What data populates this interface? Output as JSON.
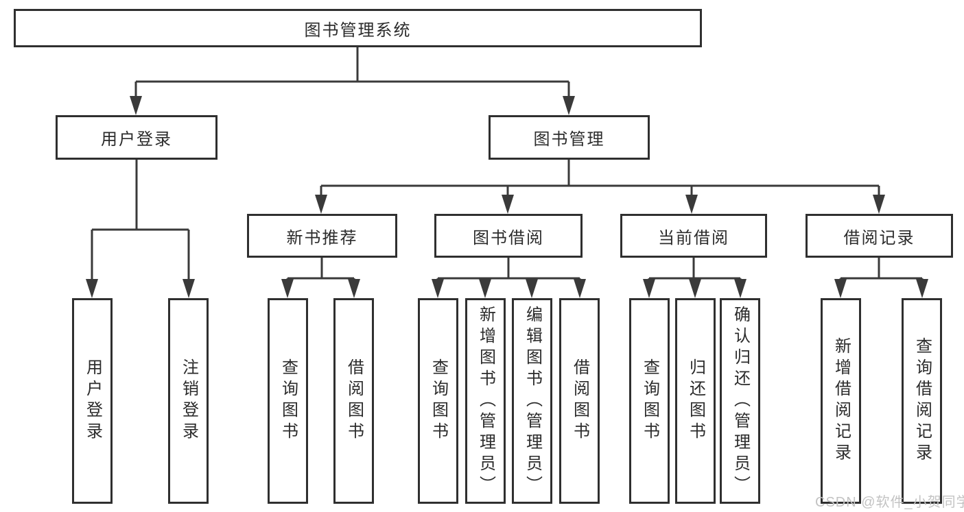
{
  "diagram": {
    "root": {
      "label": "图书管理系统"
    },
    "level2": [
      {
        "label": "用户登录"
      },
      {
        "label": "图书管理"
      }
    ],
    "level3": [
      {
        "label": "新书推荐"
      },
      {
        "label": "图书借阅"
      },
      {
        "label": "当前借阅"
      },
      {
        "label": "借阅记录"
      }
    ],
    "leaves": {
      "user_login": [
        {
          "label": "用户登录"
        },
        {
          "label": "注销登录"
        }
      ],
      "new_book_recommend": [
        {
          "label": "查询图书"
        },
        {
          "label": "借阅图书"
        }
      ],
      "book_borrow": [
        {
          "label": "查询图书"
        },
        {
          "label": "新增图书（管理员）"
        },
        {
          "label": "编辑图书（管理员）"
        },
        {
          "label": "借阅图书"
        }
      ],
      "current_borrow": [
        {
          "label": "查询图书"
        },
        {
          "label": "归还图书"
        },
        {
          "label": "确认归还（管理员）"
        }
      ],
      "borrow_records": [
        {
          "label": "新增借阅记录"
        },
        {
          "label": "查询借阅记录"
        }
      ]
    }
  },
  "watermark": "CSDN @软件_小贺同学",
  "colors": {
    "line": "#3a3a3a",
    "box_border": "#2f2f2f",
    "text": "#2b2b2b",
    "background": "#ffffff",
    "watermark": "#c3c3c3"
  }
}
